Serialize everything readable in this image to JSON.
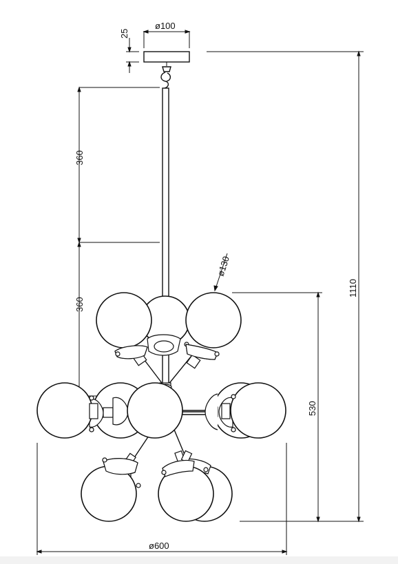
{
  "drawing": {
    "dimensions": {
      "canopy_thickness": "25",
      "canopy_diameter": "ø100",
      "rod_upper": "360",
      "rod_lower": "360",
      "globe_diameter": "ø130",
      "cluster_height": "530",
      "total_height": "1110",
      "overall_diameter": "ø600"
    }
  }
}
